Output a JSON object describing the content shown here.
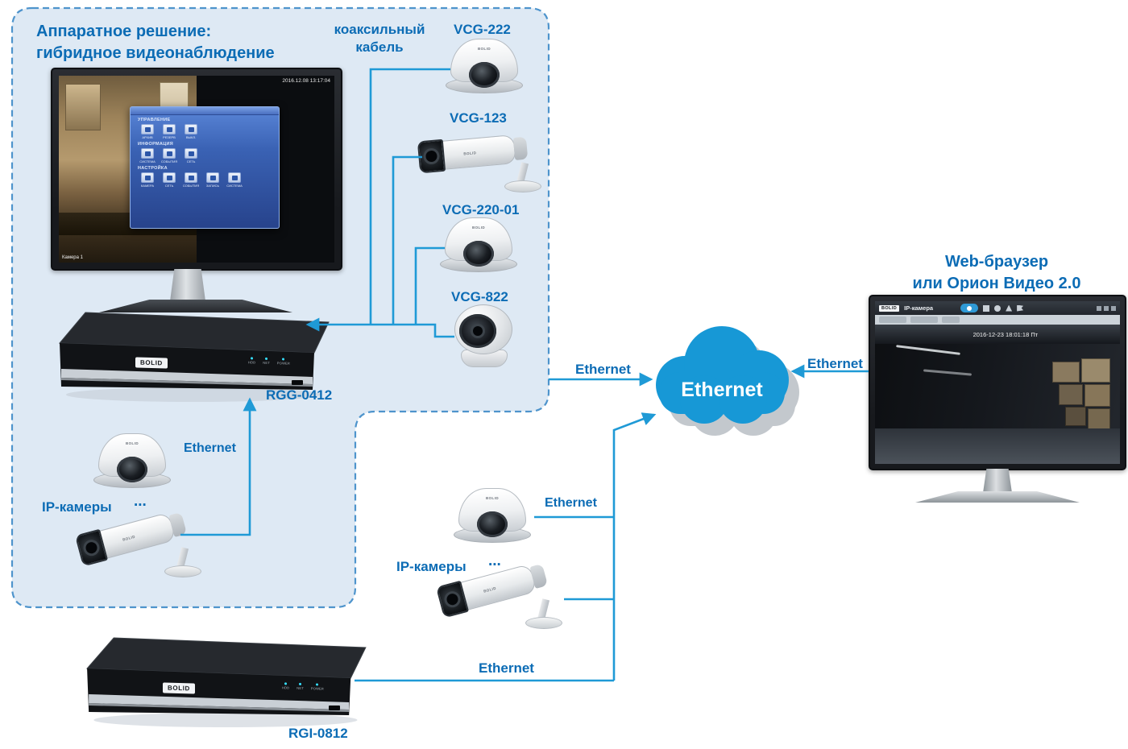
{
  "brand": "BOLID",
  "panel": {
    "title_line1": "Аппаратное решение:",
    "title_line2": "гибридное видеонаблюдение"
  },
  "coax": {
    "line1": "коаксильный",
    "line2": "кабель"
  },
  "analog_cameras": {
    "vcg222": "VCG-222",
    "vcg123": "VCG-123",
    "vcg220": "VCG-220-01",
    "vcg822": "VCG-822"
  },
  "recorders": {
    "rgg": "RGG-0412",
    "rgi": "RGI-0812",
    "leds": [
      "HDD",
      "NET",
      "POWER"
    ]
  },
  "ip_groups": {
    "left": {
      "label": "IP-камеры",
      "dots": "..."
    },
    "mid": {
      "label": "IP-камеры",
      "dots": "..."
    }
  },
  "ethernet": {
    "box_cams": "Ethernet",
    "box_cloud": "Ethernet",
    "cloud_monitor": "Ethernet",
    "mid_dome": "Ethernet",
    "bottom": "Ethernet",
    "cloud": "Ethernet"
  },
  "left_monitor": {
    "timestamp": "2016.12.08 13:17:04",
    "camera_label": "Камера 1",
    "menu": {
      "sections": [
        "УПРАВЛЕНИЕ",
        "ИНФОРМАЦИЯ",
        "НАСТРОЙКА"
      ],
      "row1": [
        "АРХИВ",
        "РЕЗЕРВ",
        "ВЫКЛ."
      ],
      "row2": [
        "СИСТЕМА",
        "СОБЫТИЯ",
        "СЕТЬ"
      ],
      "row3": [
        "КАМЕРА",
        "СЕТЬ",
        "СОБЫТИЯ",
        "ЗАПИСЬ",
        "СИСТЕМА"
      ]
    }
  },
  "right_monitor": {
    "title_line1": "Web-браузер",
    "title_line2": "или Орион Видео 2.0",
    "app_title": "IP-камера",
    "timestamp": "2016-12-23 18:01:18 Пт"
  }
}
